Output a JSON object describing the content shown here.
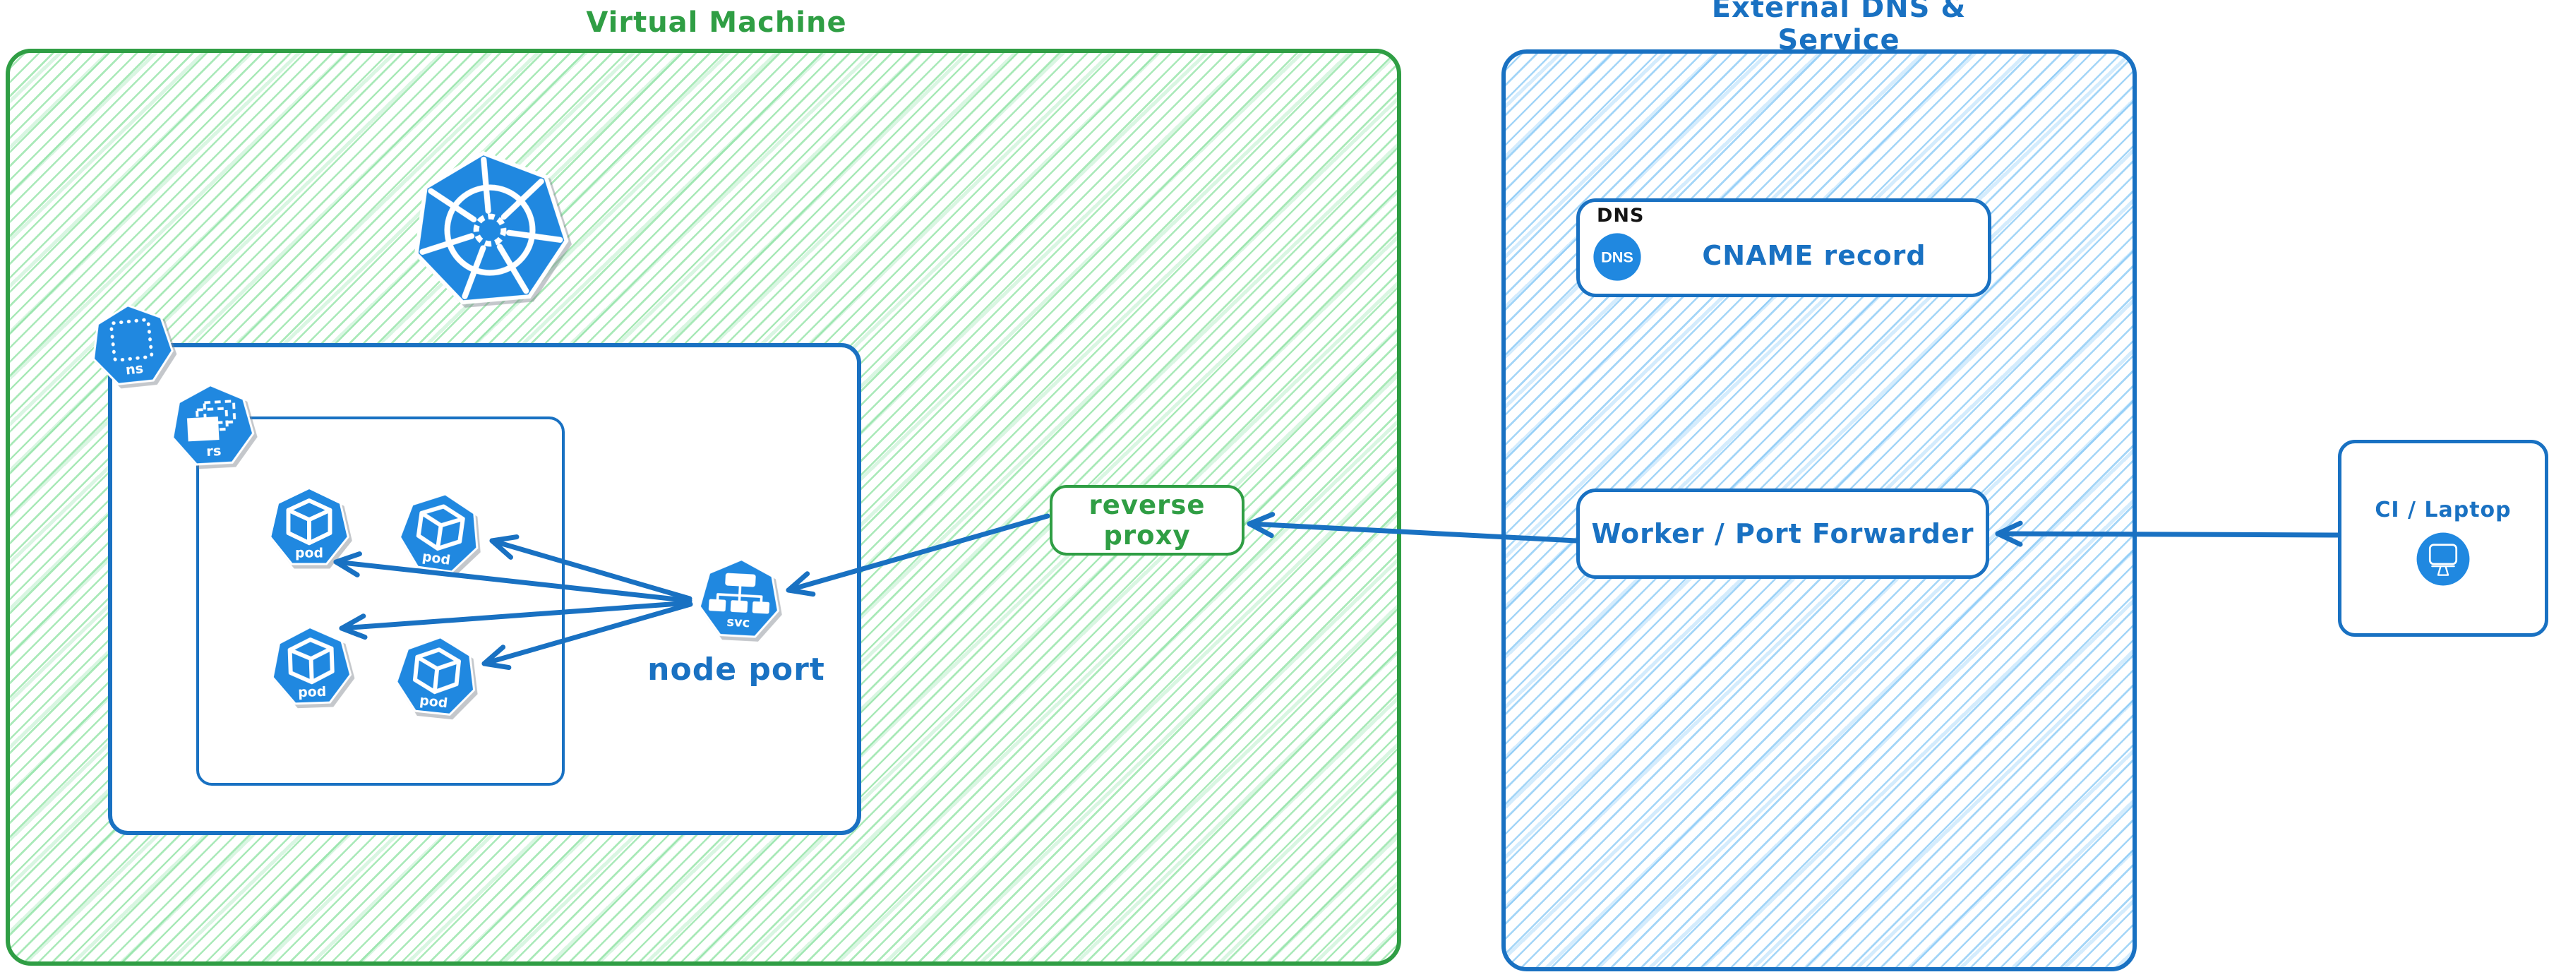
{
  "colors": {
    "green_stroke": "#2f9e44",
    "green_hatch": "#a9e9b8",
    "blue_stroke": "#1971c2",
    "blue_hatch": "#a3d5f7",
    "node_fill": "#2088e0",
    "dns_tag_text": "#141414"
  },
  "vm": {
    "title": "Virtual Machine",
    "namespace_icon_label": "ns",
    "replicaset_icon_label": "rs",
    "pod_label": "pod",
    "service_icon_label": "svc",
    "service_caption": "node port",
    "reverse_proxy_label": "reverse proxy"
  },
  "external": {
    "title": "External DNS & Service",
    "dns_tag": "DNS",
    "dns_badge": "DNS",
    "cname_label": "CNAME record",
    "worker_label": "Worker / Port Forwarder"
  },
  "client": {
    "label": "CI / Laptop"
  },
  "icons": {
    "kubernetes_logo": "heptagon-helm-wheel",
    "namespace": "heptagon-dashed-square",
    "replicaset": "heptagon-stacked-rects",
    "pod": "heptagon-cube",
    "service": "heptagon-tree",
    "dns_badge": "circle-dns",
    "client_device": "circle-monitor"
  }
}
